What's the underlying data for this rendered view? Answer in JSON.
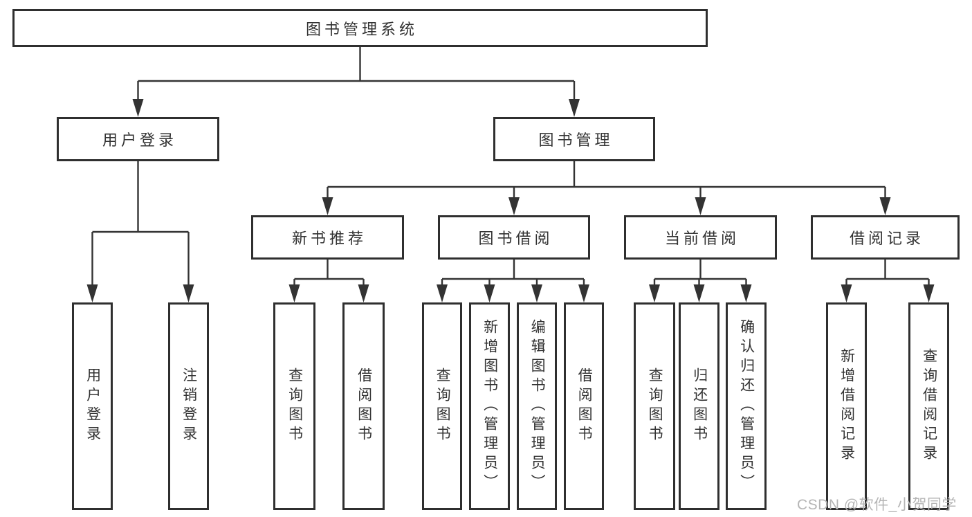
{
  "colors": {
    "background": "#ffffff",
    "line": "#333333",
    "border": "#2f2f2f",
    "text": "#333333",
    "watermark": "#b5b5b5"
  },
  "tree": {
    "root": {
      "label": "图书管理系统"
    },
    "login": {
      "label": "用户登录",
      "leaves": [
        {
          "label": "用户登录"
        },
        {
          "label": "注销登录"
        }
      ]
    },
    "management": {
      "label": "图书管理"
    },
    "groups": [
      {
        "label": "新书推荐",
        "leaves": [
          {
            "label": "查询图书"
          },
          {
            "label": "借阅图书"
          }
        ]
      },
      {
        "label": "图书借阅",
        "leaves": [
          {
            "label": "查询图书"
          },
          {
            "label": "新增图书（管理员）"
          },
          {
            "label": "编辑图书（管理员）"
          },
          {
            "label": "借阅图书"
          }
        ]
      },
      {
        "label": "当前借阅",
        "leaves": [
          {
            "label": "查询图书"
          },
          {
            "label": "归还图书"
          },
          {
            "label": "确认归还（管理员）"
          }
        ]
      },
      {
        "label": "借阅记录",
        "leaves": [
          {
            "label": "新增借阅记录"
          },
          {
            "label": "查询借阅记录"
          }
        ]
      }
    ]
  },
  "watermark": {
    "text": "CSDN @软件_小贺同学"
  }
}
